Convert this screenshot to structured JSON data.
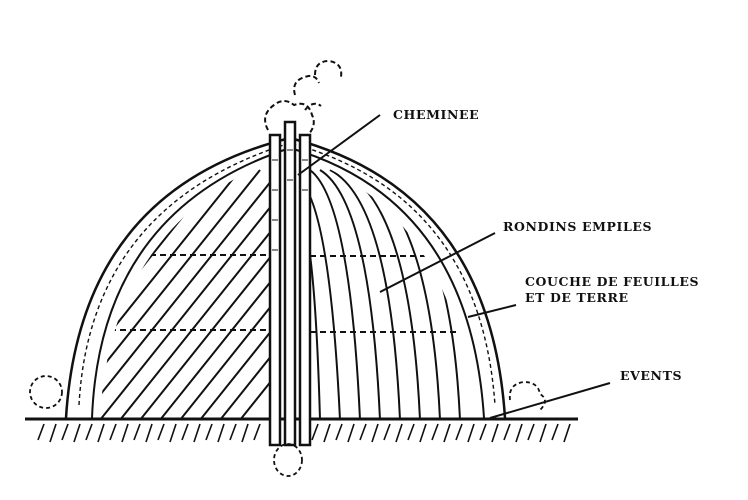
{
  "diagram": {
    "subject": "charcoal kiln cross-section",
    "colors": {
      "ink": "#111111",
      "background": "#ffffff"
    },
    "labels": {
      "chimney": "CHEMINEE",
      "stacked_logs": "RONDINS EMPILES",
      "cover_layer_line1": "COUCHE DE FEUILLES",
      "cover_layer_line2": "ET DE TERRE",
      "vents": "EVENTS"
    }
  }
}
